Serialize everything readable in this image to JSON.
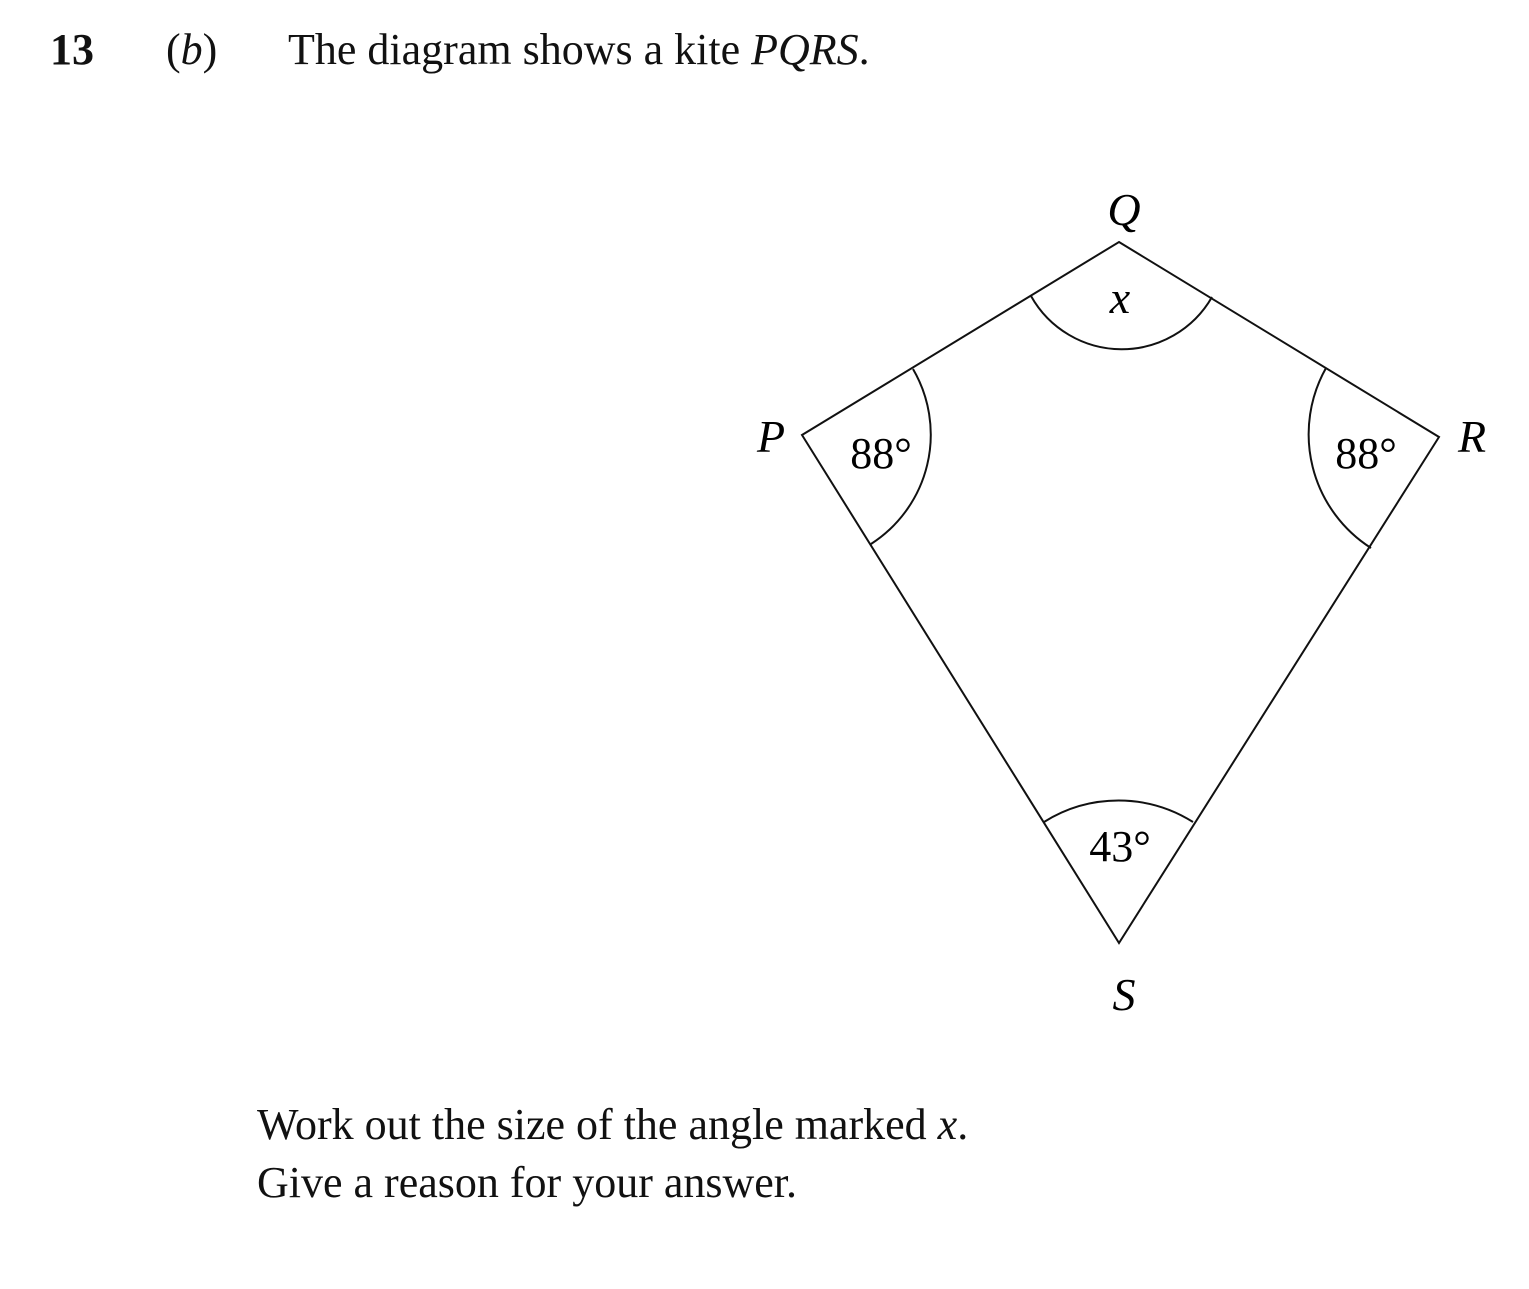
{
  "question": {
    "number": "13",
    "part_open": "(",
    "part_letter": "b",
    "part_close": ")",
    "intro_text": "The diagram shows a kite ",
    "intro_shape": "PQRS",
    "intro_end": "."
  },
  "diagram": {
    "vertices": {
      "P": "P",
      "Q": "Q",
      "R": "R",
      "S": "S"
    },
    "angles": {
      "P": "88°",
      "Q": "x",
      "R": "88°",
      "S": "43°"
    },
    "line_color": "#111111"
  },
  "task": {
    "line1_text": "Work out the size of the angle marked ",
    "line1_var": "x",
    "line1_end": ".",
    "line2": "Give a reason for your answer."
  }
}
